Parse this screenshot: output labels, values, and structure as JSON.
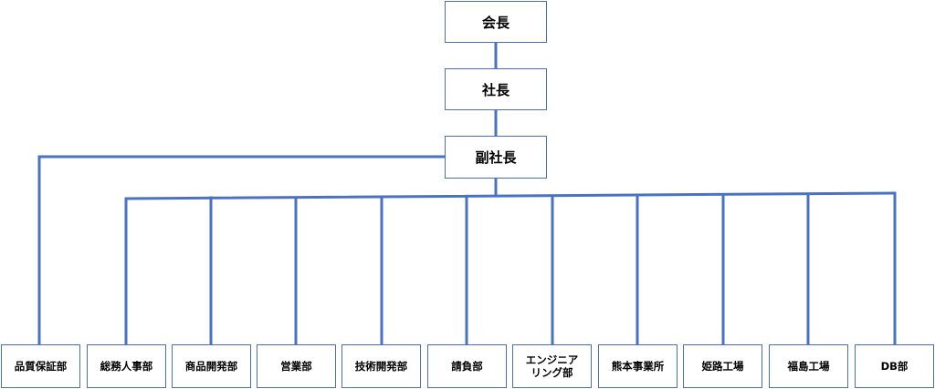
{
  "colors": {
    "line": "#4a72c4",
    "box_border": "#4a6fb5",
    "text": "#000000"
  },
  "org": {
    "chairman": "会長",
    "president": "社長",
    "vice_president": "副社長",
    "departments": [
      "品質保証部",
      "総務人事部",
      "商品開発部",
      "営業部",
      "技術開発部",
      "請負部",
      "エンジニア\nリング部",
      "熊本事業所",
      "姫路工場",
      "福島工場",
      "DB部"
    ]
  }
}
